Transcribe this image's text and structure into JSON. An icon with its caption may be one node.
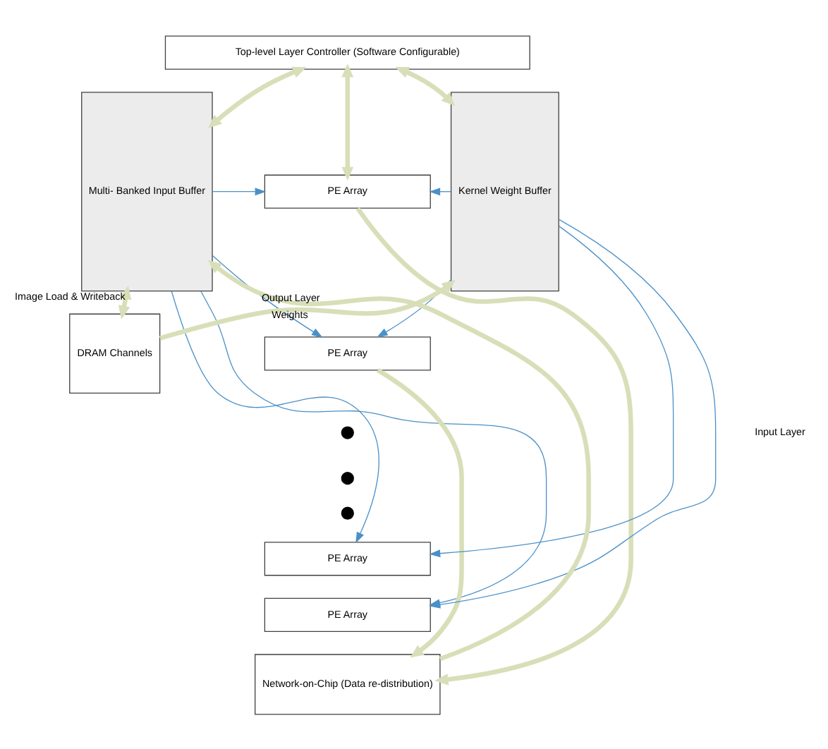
{
  "diagram": {
    "nodes": [
      {
        "text": [
          "Top-level Layer Controller (Software Configurable)"
        ]
      },
      {
        "text": [
          "Multi- Banked Input Buffer"
        ]
      },
      {
        "text": [
          "PE Array"
        ]
      },
      {
        "text": [
          "PE Array"
        ]
      },
      {
        "text": [],
        "shape": "circle"
      },
      {
        "text": [],
        "shape": "circle"
      },
      {
        "text": [],
        "shape": "circle"
      },
      {
        "text": [
          "PE Array"
        ]
      },
      {
        "text": [
          "PE Array"
        ]
      },
      {
        "text": [
          "Kernel Weight Buffer"
        ]
      },
      {
        "text": [
          "Network-on-Chip (Data re-distribution)"
        ]
      },
      {
        "text": [
          "DRAM Channels"
        ]
      }
    ],
    "edges": [
      {
        "from": 0,
        "to": 1,
        "arrow": "both",
        "style": "thick",
        "color": "#d8dfb8"
      },
      {
        "from": 0,
        "to": 2,
        "arrow": "both",
        "style": "thick",
        "color": "#d8dfb8"
      },
      {
        "from": 0,
        "to": 9,
        "arrow": "both",
        "style": "thick",
        "color": "#d8dfb8"
      },
      {
        "from": 1,
        "to": 2,
        "arrow": "to",
        "color": "#4a90c8"
      },
      {
        "from": 1,
        "to": 3,
        "arrow": "to",
        "color": "#4a90c8"
      },
      {
        "from": 1,
        "to": 7,
        "arrow": "to",
        "color": "#4a90c8"
      },
      {
        "from": 1,
        "to": 8,
        "arrow": "to",
        "color": "#4a90c8"
      },
      {
        "from": 9,
        "to": 2,
        "arrow": "to",
        "color": "#4a90c8"
      },
      {
        "from": 9,
        "to": 3,
        "arrow": "to",
        "color": "#4a90c8"
      },
      {
        "from": 9,
        "to": 7,
        "arrow": "to",
        "color": "#4a90c8"
      },
      {
        "from": 9,
        "to": 8,
        "arrow": "to",
        "color": "#4a90c8"
      },
      {
        "from": 2,
        "to": 10,
        "arrow": "to",
        "style": "thick",
        "color": "#d8dfb8"
      },
      {
        "from": 3,
        "to": 10,
        "arrow": "to",
        "style": "thick",
        "color": "#d8dfb8"
      },
      {
        "from": 10,
        "to": 1,
        "arrow": "to",
        "label": "Output Layer",
        "style": "thick",
        "color": "#d8dfb8"
      },
      {
        "from": 1,
        "to": 11,
        "arrow": "both",
        "label": "Image Load & Writeback",
        "style": "thick",
        "color": "#d8dfb8"
      },
      {
        "from": 11,
        "to": 9,
        "arrow": "to",
        "label": "Weights",
        "style": "thick",
        "color": "#d8dfb8"
      }
    ],
    "labels": [
      "Input Layer"
    ]
  }
}
